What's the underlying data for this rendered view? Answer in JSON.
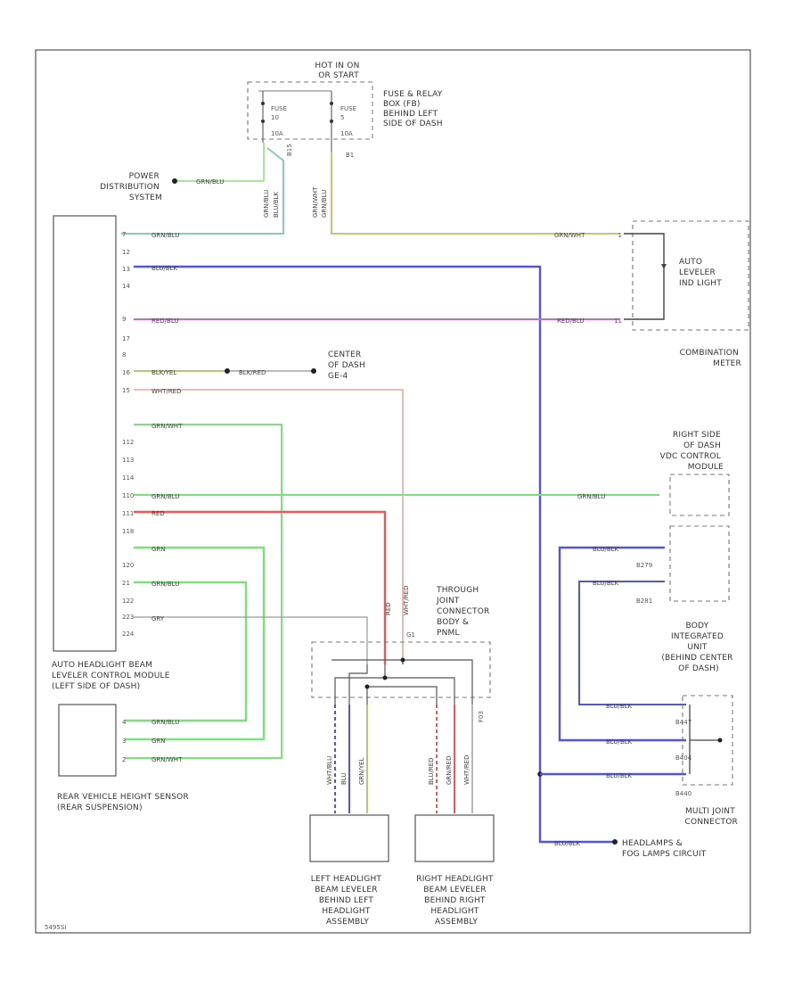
{
  "colors": {
    "blue": "#5353e6",
    "green": "#7de07d",
    "light_green": "#a6e89a",
    "red": "#ef5757",
    "purple": "#c565d6",
    "tan": "#c9c27e",
    "teal": "#8cc7c7",
    "pink": "#f0a3a3",
    "olive": "#b8c870",
    "frame": "#555555"
  },
  "labels": {
    "hot_in_on": [
      "HOT IN ON",
      "OR START"
    ],
    "fuse_relay": [
      "FUSE & RELAY",
      "BOX (FB)",
      "BEHIND LEFT",
      "SIDE OF DASH"
    ],
    "fuse_1": [
      "FUSE",
      "10",
      "10A"
    ],
    "fuse_2": [
      "FUSE",
      "5",
      "10A"
    ],
    "power": [
      "POWER",
      "DISTRIBUTION",
      "SYSTEM"
    ],
    "center_dash": [
      "CENTER",
      "OF DASH",
      "GE-4"
    ],
    "auto_leveler": [
      "AUTO",
      "LEVELER",
      "IND LIGHT"
    ],
    "combination_meter": [
      "COMBINATION",
      "METER"
    ],
    "right_side_vdc": [
      "RIGHT SIDE",
      "OF DASH",
      "VDC CONTROL",
      "MODULE"
    ],
    "body_integrated": [
      "BODY",
      "INTEGRATED",
      "UNIT",
      "(BEHIND CENTER",
      "OF DASH)"
    ],
    "through_joint": [
      "THROUGH",
      "JOINT",
      "CONNECTOR",
      "BODY &",
      "PNML"
    ],
    "auto_headlight_module": [
      "AUTO HEADLIGHT BEAM",
      "LEVELER CONTROL MODULE",
      "(LEFT SIDE OF DASH)"
    ],
    "rear_sensor": [
      "REAR VEHICLE HEIGHT SENSOR",
      "(REAR SUSPENSION)"
    ],
    "multi_joint": [
      "MULTI JOINT",
      "CONNECTOR"
    ],
    "headlamps_circuit": [
      "HEADLAMPS &",
      "FOG LAMPS CIRCUIT"
    ],
    "left_leveler": [
      "LEFT HEADLIGHT",
      "BEAM LEVELER",
      "BEHIND LEFT",
      "HEADLIGHT",
      "ASSEMBLY"
    ],
    "right_leveler": [
      "RIGHT HEADLIGHT",
      "BEAM LEVELER",
      "BEHIND RIGHT",
      "HEADLIGHT",
      "ASSEMBLY"
    ],
    "footer_code": "5495SI"
  },
  "wires": {
    "grn_blu": "GRN/BLU",
    "grn_wht": "GRN/WHT",
    "blu_blk": "BLU/BLK",
    "red_blu": "RED/BLU",
    "blk_yel": "BLK/YEL",
    "wht_red": "WHT/RED",
    "red": "RED",
    "grn": "GRN",
    "gry": "GRY",
    "blu_red": "BLU/RED",
    "wht_blu": "WHT/BLU",
    "blu": "BLU",
    "grn_yel": "GRN/YEL",
    "blk_red": "BLK/RED",
    "grn_red": "GRN/RED"
  },
  "pins": {
    "module": [
      "7",
      "12",
      "13",
      "14",
      "9",
      "17",
      "8",
      "16",
      "15",
      "112",
      "113",
      "114",
      "110",
      "111",
      "118",
      "120",
      "21",
      "122",
      "223",
      "224"
    ],
    "sensor": [
      "4",
      "3",
      "2"
    ],
    "fuse_out": [
      "B15",
      "B1"
    ],
    "body_pins": [
      "B279",
      "B281"
    ],
    "multi_pins": [
      "B447",
      "B404",
      "B440"
    ],
    "fuse_nums": [
      "F03"
    ],
    "conn_pin": "G1",
    "meter_pins": [
      "1",
      "11"
    ]
  }
}
